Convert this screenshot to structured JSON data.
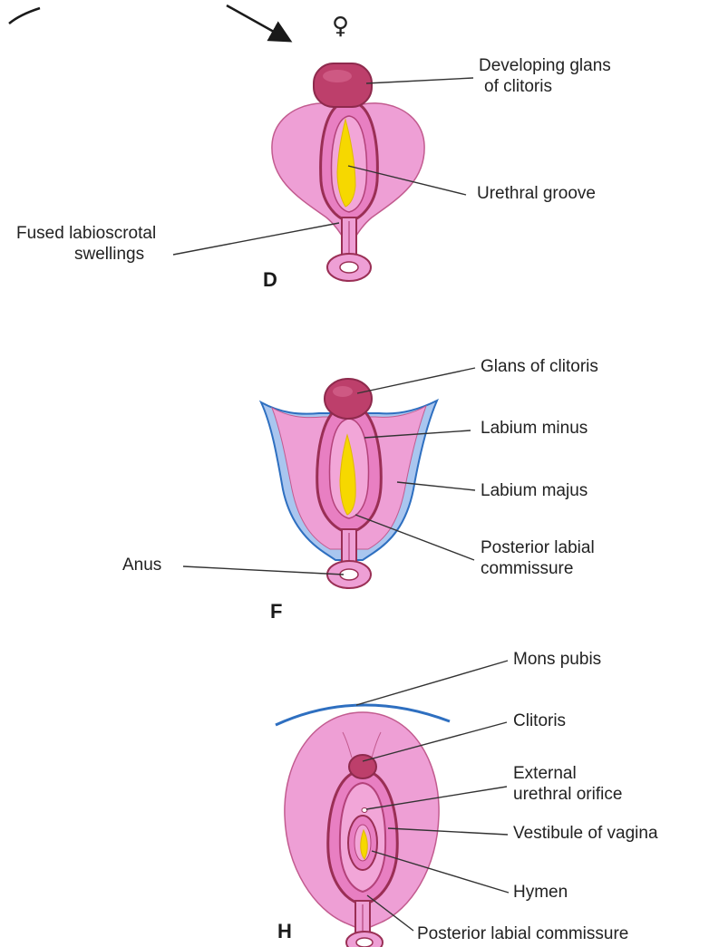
{
  "symbol": "♀",
  "colors": {
    "skin": "#ee9fd5",
    "skin_light": "#f6c2e6",
    "glans": "#bd3f6b",
    "outline": "#9a2f55",
    "groove": "#f6d800",
    "blue_line": "#2e6fc0",
    "blue_fill": "#a9c6ef",
    "leader": "#333333"
  },
  "panels": [
    {
      "letter": "D",
      "labels": [
        {
          "lines": [
            "Developing glans",
            "of clitoris"
          ]
        },
        {
          "lines": [
            "Urethral groove"
          ]
        },
        {
          "lines": [
            "Fused labioscrotal",
            "swellings"
          ]
        }
      ]
    },
    {
      "letter": "F",
      "labels": [
        {
          "lines": [
            "Glans of clitoris"
          ]
        },
        {
          "lines": [
            "Labium minus"
          ]
        },
        {
          "lines": [
            "Labium majus"
          ]
        },
        {
          "lines": [
            "Posterior labial",
            "commissure"
          ]
        },
        {
          "lines": [
            "Anus"
          ]
        }
      ]
    },
    {
      "letter": "H",
      "labels": [
        {
          "lines": [
            "Mons pubis"
          ]
        },
        {
          "lines": [
            "Clitoris"
          ]
        },
        {
          "lines": [
            "External",
            "urethral orifice"
          ]
        },
        {
          "lines": [
            "Vestibule of vagina"
          ]
        },
        {
          "lines": [
            "Hymen"
          ]
        },
        {
          "lines": [
            "Posterior labial commissure"
          ]
        }
      ]
    }
  ]
}
